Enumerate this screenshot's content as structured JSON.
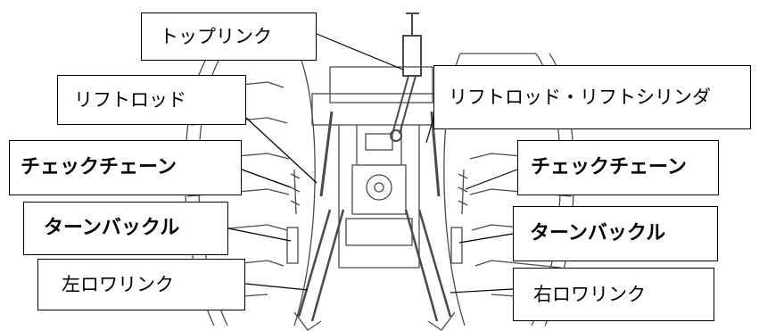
{
  "labels": {
    "top_link": "トップリンク",
    "lift_rod": "リフトロッド",
    "lift_rod_cylinder": "リフトロッド・リフトシリンダ",
    "check_chain_left": "チェックチェーン",
    "check_chain_right": "チェックチェーン",
    "turnbuckle_left": "ターンバックル",
    "turnbuckle_right": "ターンバックル",
    "lower_link_left": "左ロワリンク",
    "lower_link_right": "右ロワリンク"
  },
  "colors": {
    "line": "#000000",
    "background": "#ffffff",
    "drawing": "#4a4a4a"
  }
}
